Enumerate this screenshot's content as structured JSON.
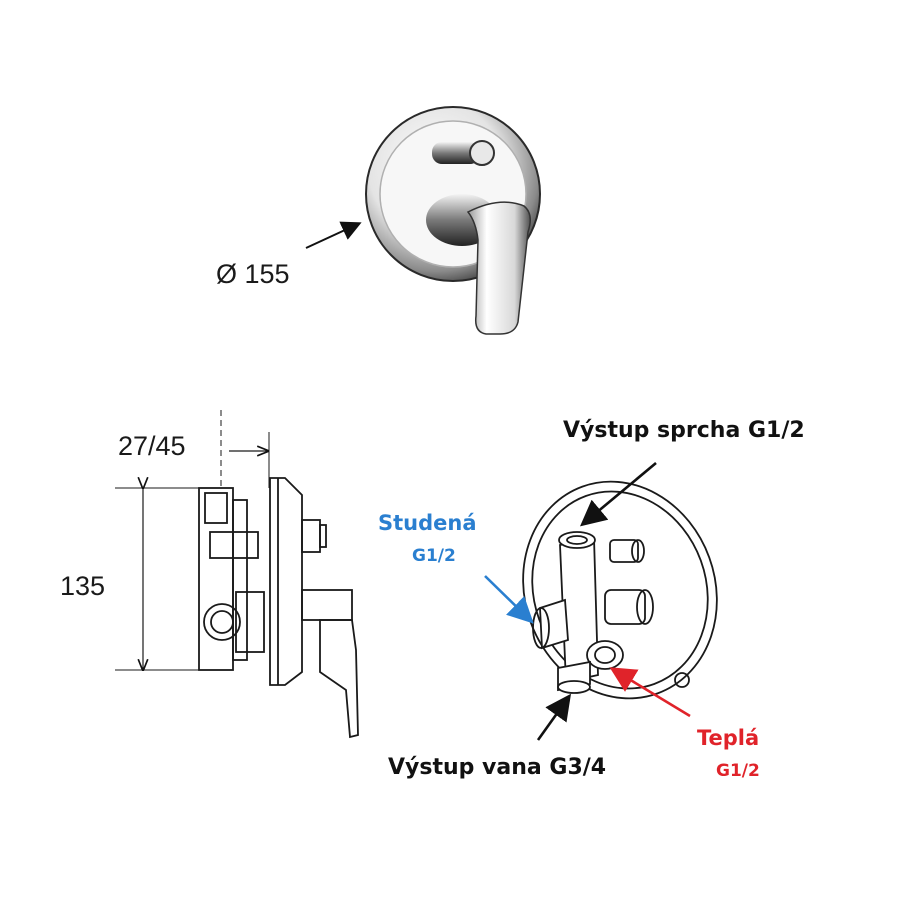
{
  "dimensions": {
    "diameter": "Ø  155",
    "depth": "27/45",
    "height": "135"
  },
  "labels": {
    "shower_outlet": "Výstup sprcha G1/2",
    "cold_name": "Studená",
    "cold_thread": "G1/2",
    "hot_name": "Teplá",
    "hot_thread": "G1/2",
    "bath_outlet": "Výstup vana G3/4"
  },
  "colors": {
    "cold": "#2a7fd0",
    "hot": "#e0232a",
    "line": "#1a1a1a"
  }
}
